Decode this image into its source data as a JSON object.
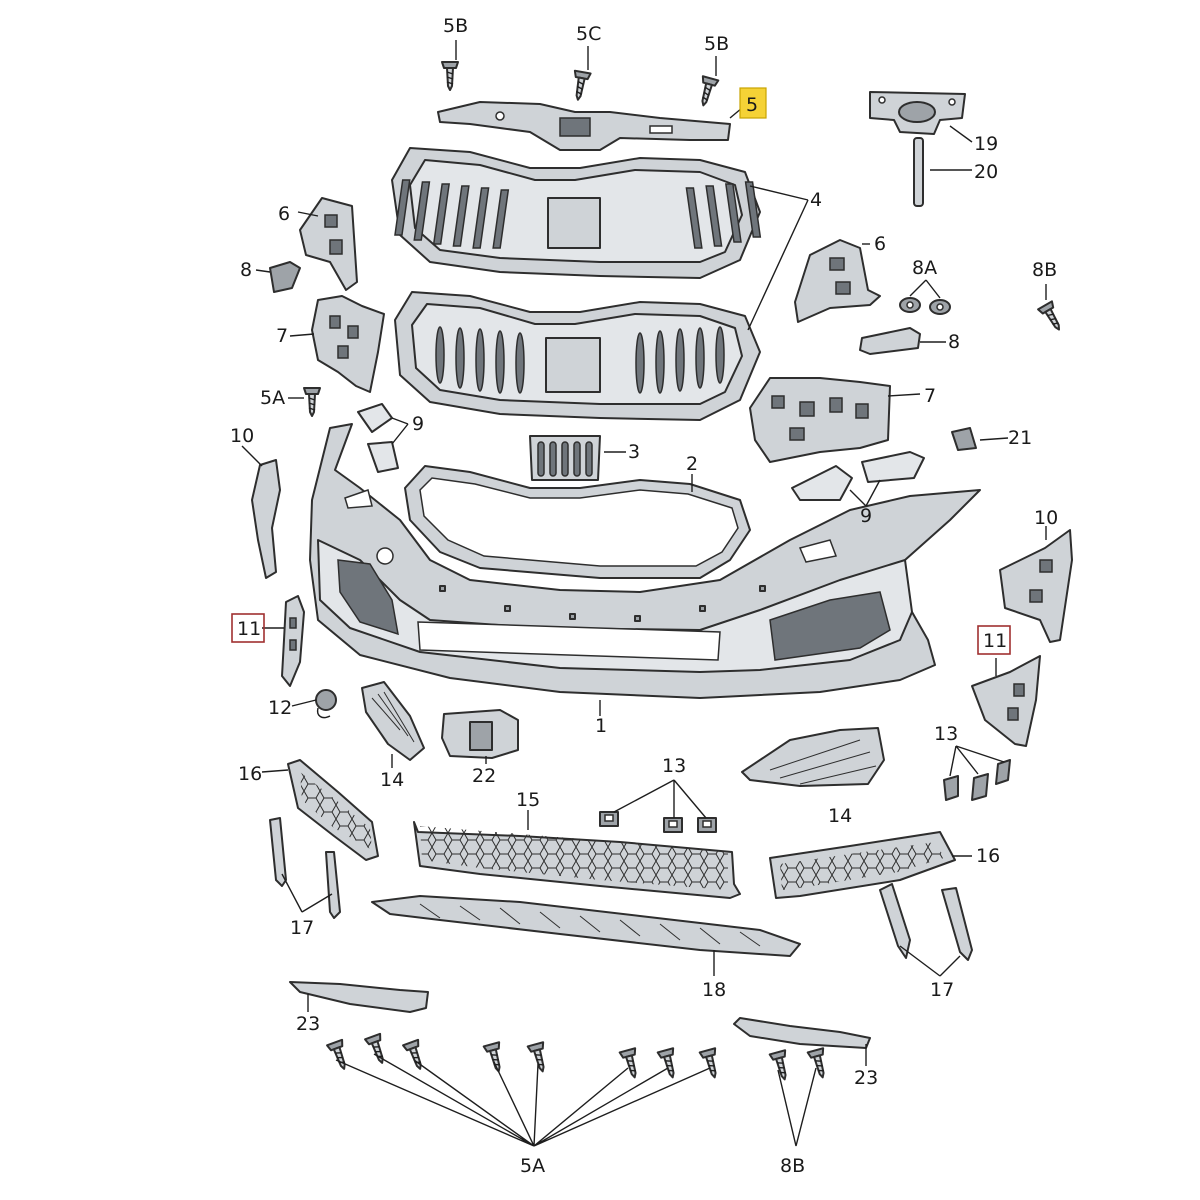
{
  "diagram": {
    "type": "exploded-parts-diagram",
    "highlighted_label": "5",
    "boxed_labels": [
      "11"
    ],
    "colors": {
      "part_fill": "#cfd3d7",
      "outline": "#2e2e2e",
      "highlight": "#f5d236",
      "box": "#a03030"
    }
  },
  "labels": {
    "l_5b_left": "5B",
    "l_5c": "5C",
    "l_5b_right": "5B",
    "l_5": "5",
    "l_19": "19",
    "l_20": "20",
    "l_4": "4",
    "l_6_left": "6",
    "l_6_right": "6",
    "l_8a": "8A",
    "l_8b_top": "8B",
    "l_8_left": "8",
    "l_8_right": "8",
    "l_7_left": "7",
    "l_7_right": "7",
    "l_5a_left": "5A",
    "l_9_left": "9",
    "l_9_right": "9",
    "l_3": "3",
    "l_21": "21",
    "l_10_left": "10",
    "l_10_right": "10",
    "l_2": "2",
    "l_11_left": "11",
    "l_11_right": "11",
    "l_12": "12",
    "l_1": "1",
    "l_14_left": "14",
    "l_14_right": "14",
    "l_22": "22",
    "l_13_mid": "13",
    "l_13_right": "13",
    "l_16_left": "16",
    "l_16_right": "16",
    "l_15": "15",
    "l_17_left": "17",
    "l_17_right": "17",
    "l_18": "18",
    "l_23_left": "23",
    "l_23_right": "23",
    "l_5a_bottom": "5A",
    "l_8b_bottom": "8B"
  }
}
